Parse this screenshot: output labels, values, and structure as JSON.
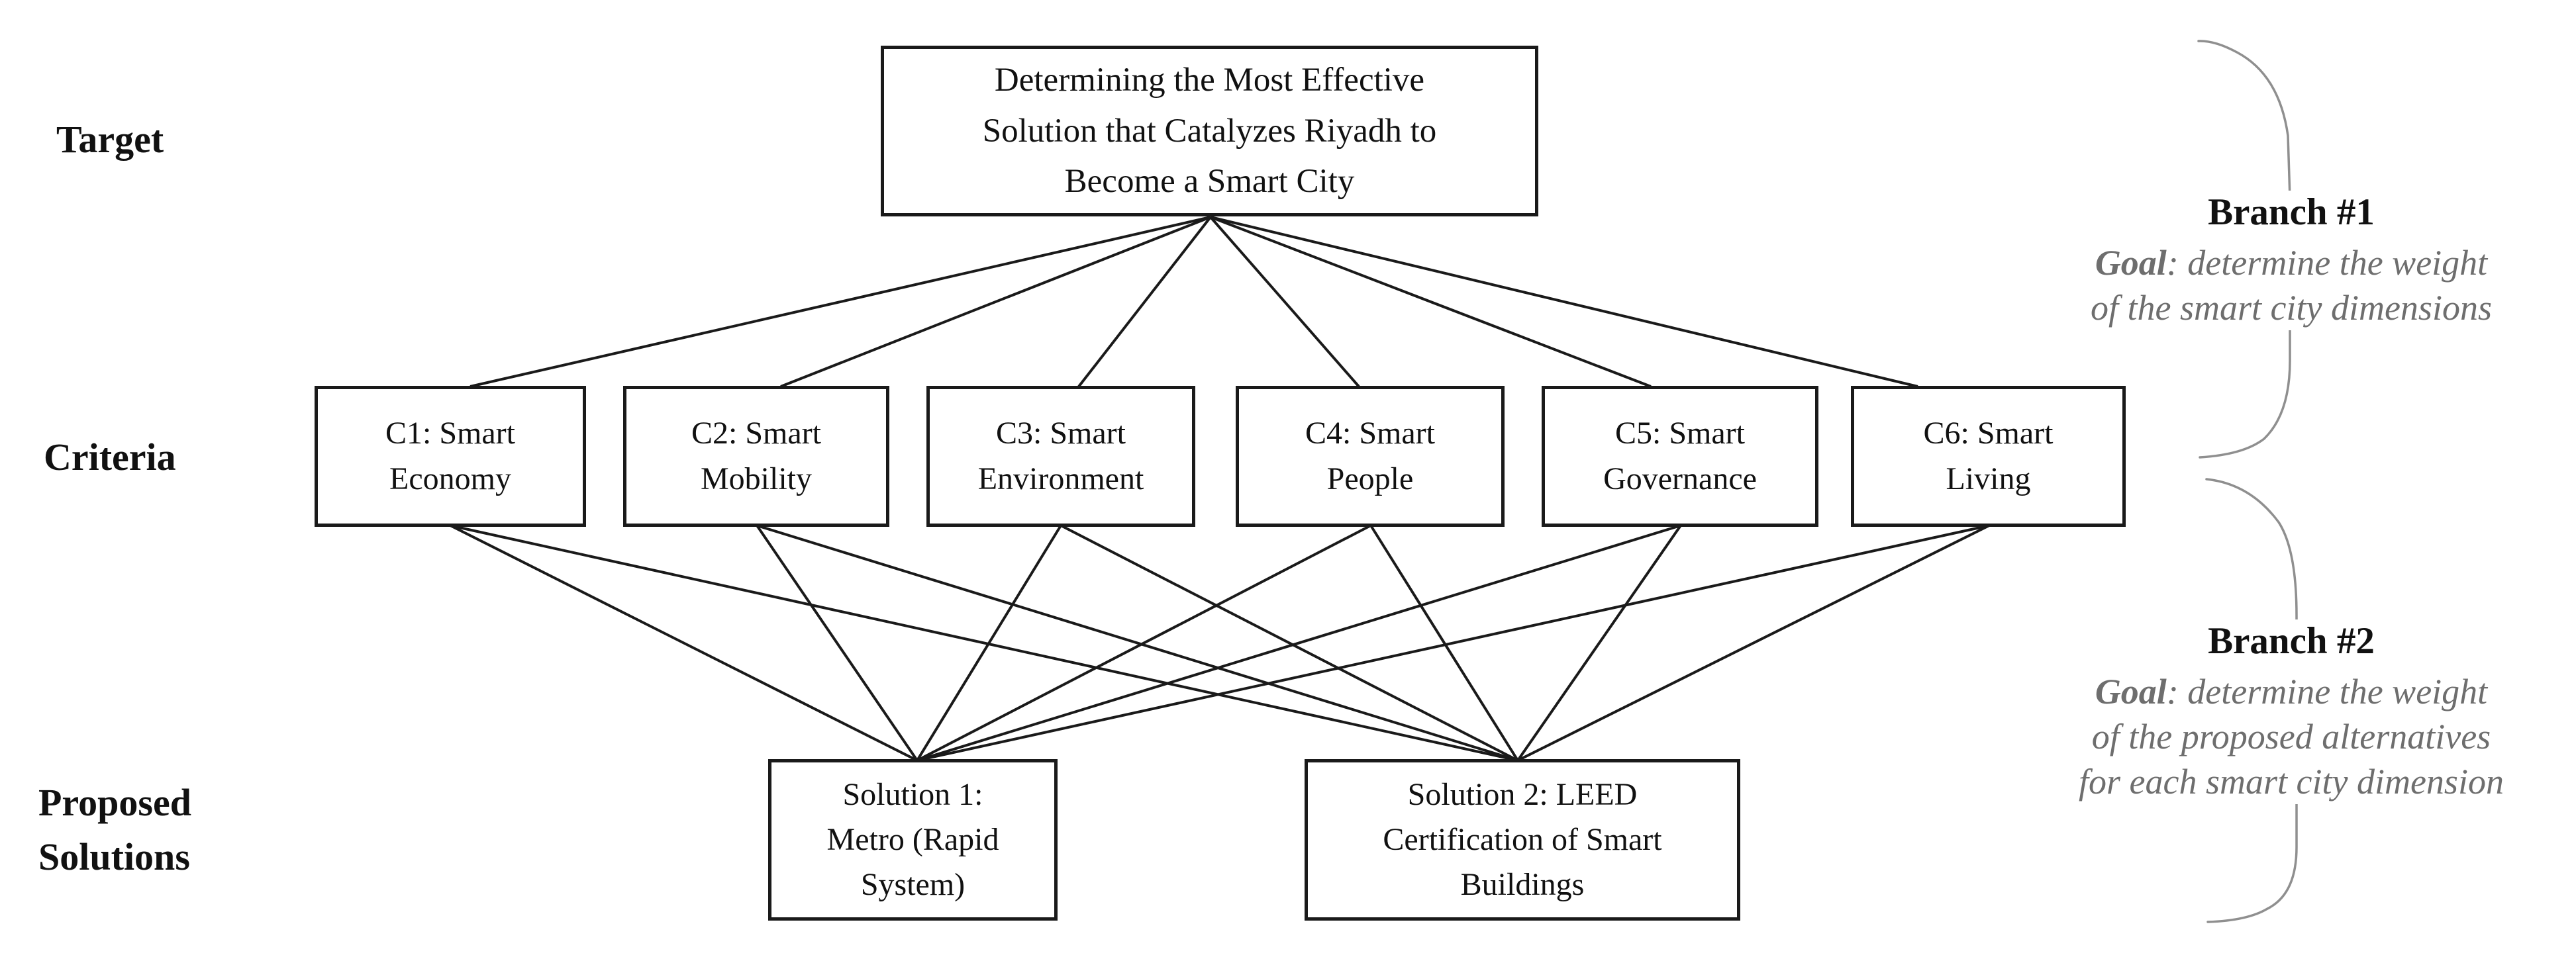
{
  "labels": {
    "target": "Target",
    "criteria": "Criteria",
    "solutions": "Proposed\nSolutions"
  },
  "target_box": "Determining the Most Effective\nSolution that Catalyzes Riyadh to\nBecome a Smart City",
  "criteria": {
    "boxes": [
      "C1: Smart\nEconomy",
      "C2: Smart\nMobility",
      "C3: Smart\nEnvironment",
      "C4: Smart\nPeople",
      "C5: Smart\nGovernance",
      "C6: Smart\nLiving"
    ]
  },
  "solutions": {
    "boxes": [
      "Solution 1:\nMetro (Rapid\nSystem)",
      "Solution 2: LEED\nCertification of Smart\nBuildings"
    ]
  },
  "branches": [
    {
      "title": "Branch #1",
      "goal_prefix": "Goal",
      "goal_rest": ": determine the weight\nof the smart city dimensions"
    },
    {
      "title": "Branch #2",
      "goal_prefix": "Goal",
      "goal_rest": ": determine the weight\nof the proposed alternatives\nfor each smart city dimension"
    }
  ],
  "colors": {
    "background": "#ffffff",
    "text": "#111111",
    "border": "#1a1a1a",
    "line": "#1a1a1a",
    "goal_text": "#6e6e6e",
    "brace": "#8f8f8f"
  }
}
